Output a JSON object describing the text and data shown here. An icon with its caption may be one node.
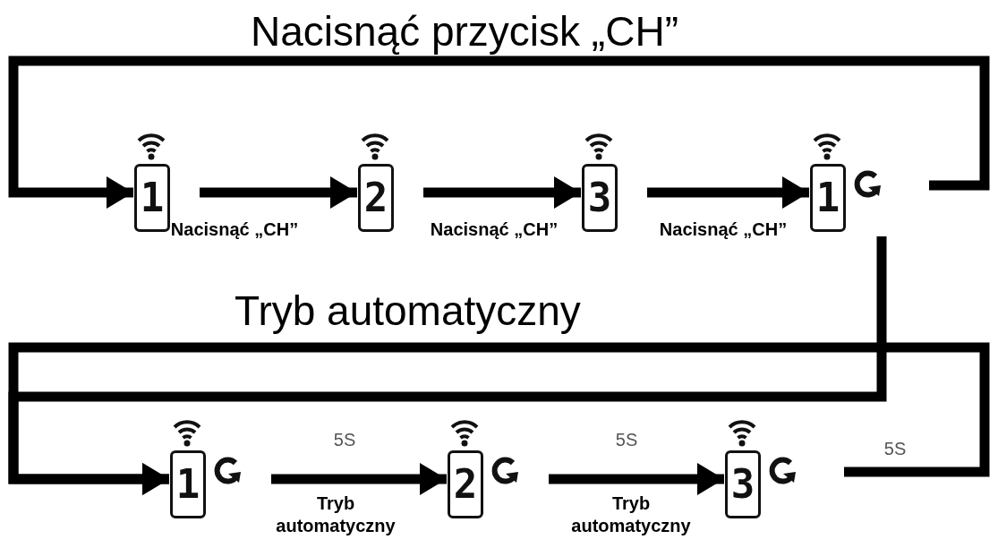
{
  "diagram": {
    "title": "Nacisnąć przycisk „CH”",
    "nodes": [
      {
        "text": [
          "1"
        ]
      },
      {
        "text": [
          "2"
        ]
      },
      {
        "text": [
          "3"
        ]
      },
      {
        "text": [
          "1"
        ]
      },
      {
        "text": [
          "1"
        ]
      },
      {
        "text": [
          "2"
        ]
      },
      {
        "text": [
          "3"
        ]
      }
    ],
    "edges": [
      {
        "from": 0,
        "to": 1,
        "arrow": "to",
        "label": "Nacisnąć „CH”"
      },
      {
        "from": 1,
        "to": 2,
        "arrow": "to",
        "label": "Nacisnąć „CH”"
      },
      {
        "from": 2,
        "to": 3,
        "arrow": "to",
        "label": "Nacisnąć „CH”"
      },
      {
        "from": 3,
        "to": 0,
        "arrow": "to"
      },
      {
        "from": 3,
        "to": 4,
        "arrow": "to"
      },
      {
        "from": 4,
        "to": 5,
        "arrow": "to",
        "label": "5S"
      },
      {
        "from": 5,
        "to": 6,
        "arrow": "to",
        "label": "5S"
      },
      {
        "from": 6,
        "to": 4,
        "arrow": "to",
        "label": "5S"
      }
    ],
    "labels": [
      "Tryb automatyczny",
      "Tryb automatyczny",
      "Tryb automatyczny"
    ]
  }
}
